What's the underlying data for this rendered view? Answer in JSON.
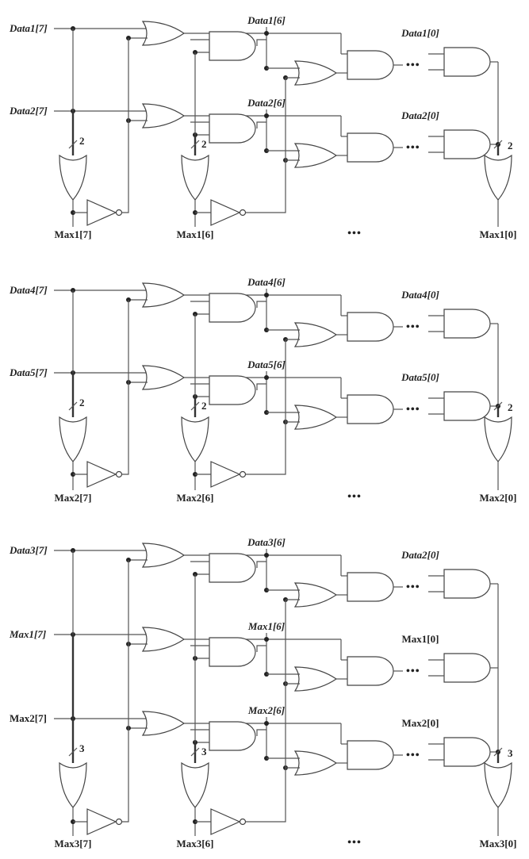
{
  "colors": {
    "line": "#555555",
    "text": "#222222",
    "background": "#ffffff"
  },
  "ellipsis": "•••",
  "blocks": [
    {
      "rows": [
        {
          "in7": "Data1[7]",
          "in7_italic": true,
          "in6": "Data1[6]",
          "in6_italic": true,
          "in0": "Data1[0]",
          "in0_italic": true
        },
        {
          "in7": "Data2[7]",
          "in7_italic": true,
          "in6": "Data2[6]",
          "in6_italic": true,
          "in0": "Data2[0]",
          "in0_italic": true
        }
      ],
      "bus_width": "2",
      "outputs": [
        "Max1[7]",
        "Max1[6]",
        "Max1[0]"
      ]
    },
    {
      "rows": [
        {
          "in7": "Data4[7]",
          "in7_italic": true,
          "in6": "Data4[6]",
          "in6_italic": true,
          "in0": "Data4[0]",
          "in0_italic": true
        },
        {
          "in7": "Data5[7]",
          "in7_italic": true,
          "in6": "Data5[6]",
          "in6_italic": true,
          "in0": "Data5[0]",
          "in0_italic": true
        }
      ],
      "bus_width": "2",
      "outputs": [
        "Max2[7]",
        "Max2[6]",
        "Max2[0]"
      ]
    },
    {
      "rows": [
        {
          "in7": "Data3[7]",
          "in7_italic": true,
          "in6": "Data3[6]",
          "in6_italic": true,
          "in0": "Data2[0]",
          "in0_italic": true
        },
        {
          "in7": "Max1[7]",
          "in7_italic": true,
          "in6": "Max1[6]",
          "in6_italic": true,
          "in0": "Max1[0]",
          "in0_italic": false
        },
        {
          "in7": "Max2[7]",
          "in7_italic": false,
          "in6": "Max2[6]",
          "in6_italic": true,
          "in0": "Max2[0]",
          "in0_italic": false
        }
      ],
      "bus_width": "3",
      "outputs": [
        "Max3[7]",
        "Max3[6]",
        "Max3[0]"
      ]
    }
  ]
}
